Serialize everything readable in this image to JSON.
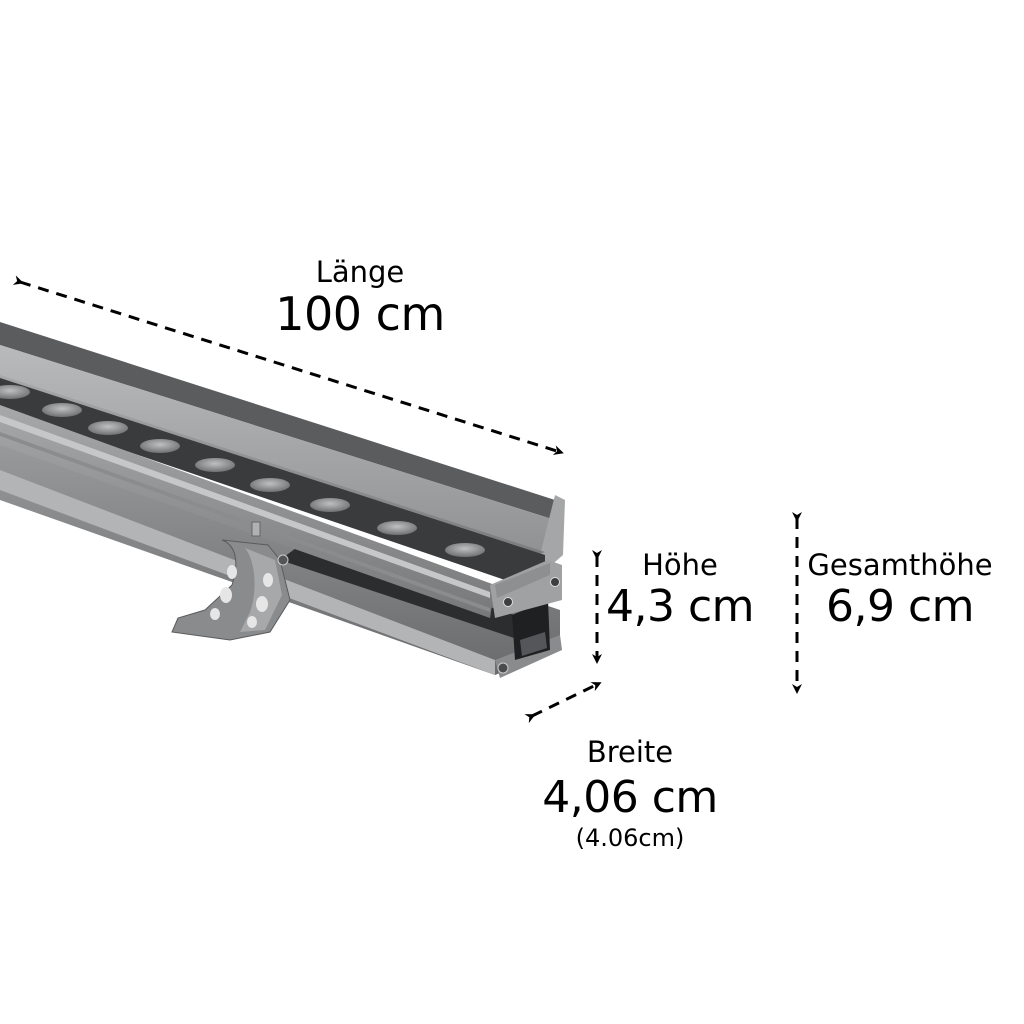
{
  "diagram": {
    "subject": "LED wall washer light bar with mounting bracket",
    "dimensions": {
      "length": {
        "label": "Länge",
        "value": "100 cm"
      },
      "height": {
        "label": "Höhe",
        "value": "4,3 cm"
      },
      "total_height": {
        "label": "Gesamthöhe",
        "value": "6,9 cm"
      },
      "width": {
        "label": "Breite",
        "value": "4,06 cm",
        "note": "(4.06cm)"
      }
    },
    "colors": {
      "background": "#ffffff",
      "text": "#000000",
      "arrow": "#000000",
      "housing": "#9a9a9c",
      "housing_dark": "#5e5f61",
      "lens_strip": "#3a3b3d",
      "lens": "#8d8e90"
    },
    "led_count_visible": 9
  }
}
